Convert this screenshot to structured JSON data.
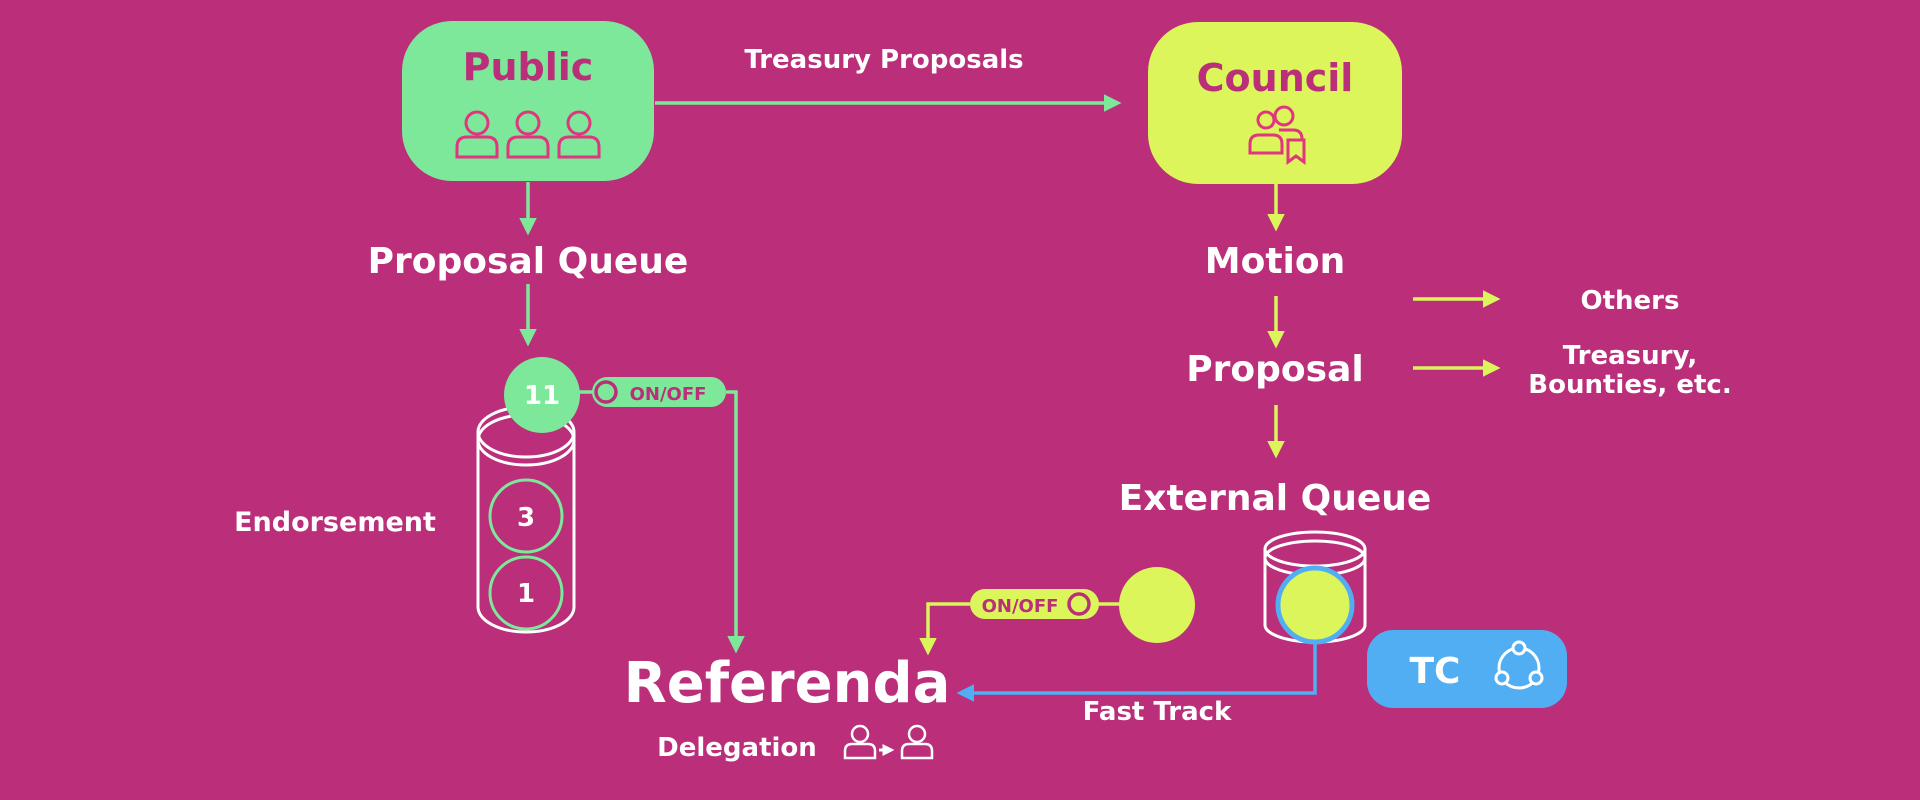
{
  "colors": {
    "background": "#BA2E7A",
    "public_green": "#7DE89A",
    "council_lime": "#DBF55B",
    "tc_blue": "#52AEF3",
    "text_white": "#FFFFFF"
  },
  "nodes": {
    "public": {
      "label": "Public",
      "icon": "three-people-icon"
    },
    "council": {
      "label": "Council",
      "icon": "council-members-icon"
    },
    "tc": {
      "label": "TC",
      "icon": "network-triangle-icon"
    }
  },
  "edges": {
    "treasury_proposals": "Treasury Proposals",
    "fast_track": "Fast Track"
  },
  "labels": {
    "proposal_queue": "Proposal Queue",
    "motion": "Motion",
    "proposal": "Proposal",
    "others": "Others",
    "treasury_line1": "Treasury,",
    "treasury_line2": "Bounties, etc.",
    "external_queue": "External Queue",
    "endorsement": "Endorsement",
    "referenda": "Referenda",
    "delegation": "Delegation"
  },
  "public_queue": {
    "top": "11",
    "items": [
      "3",
      "1"
    ],
    "toggle": "ON/OFF"
  },
  "external_toggle": "ON/OFF"
}
